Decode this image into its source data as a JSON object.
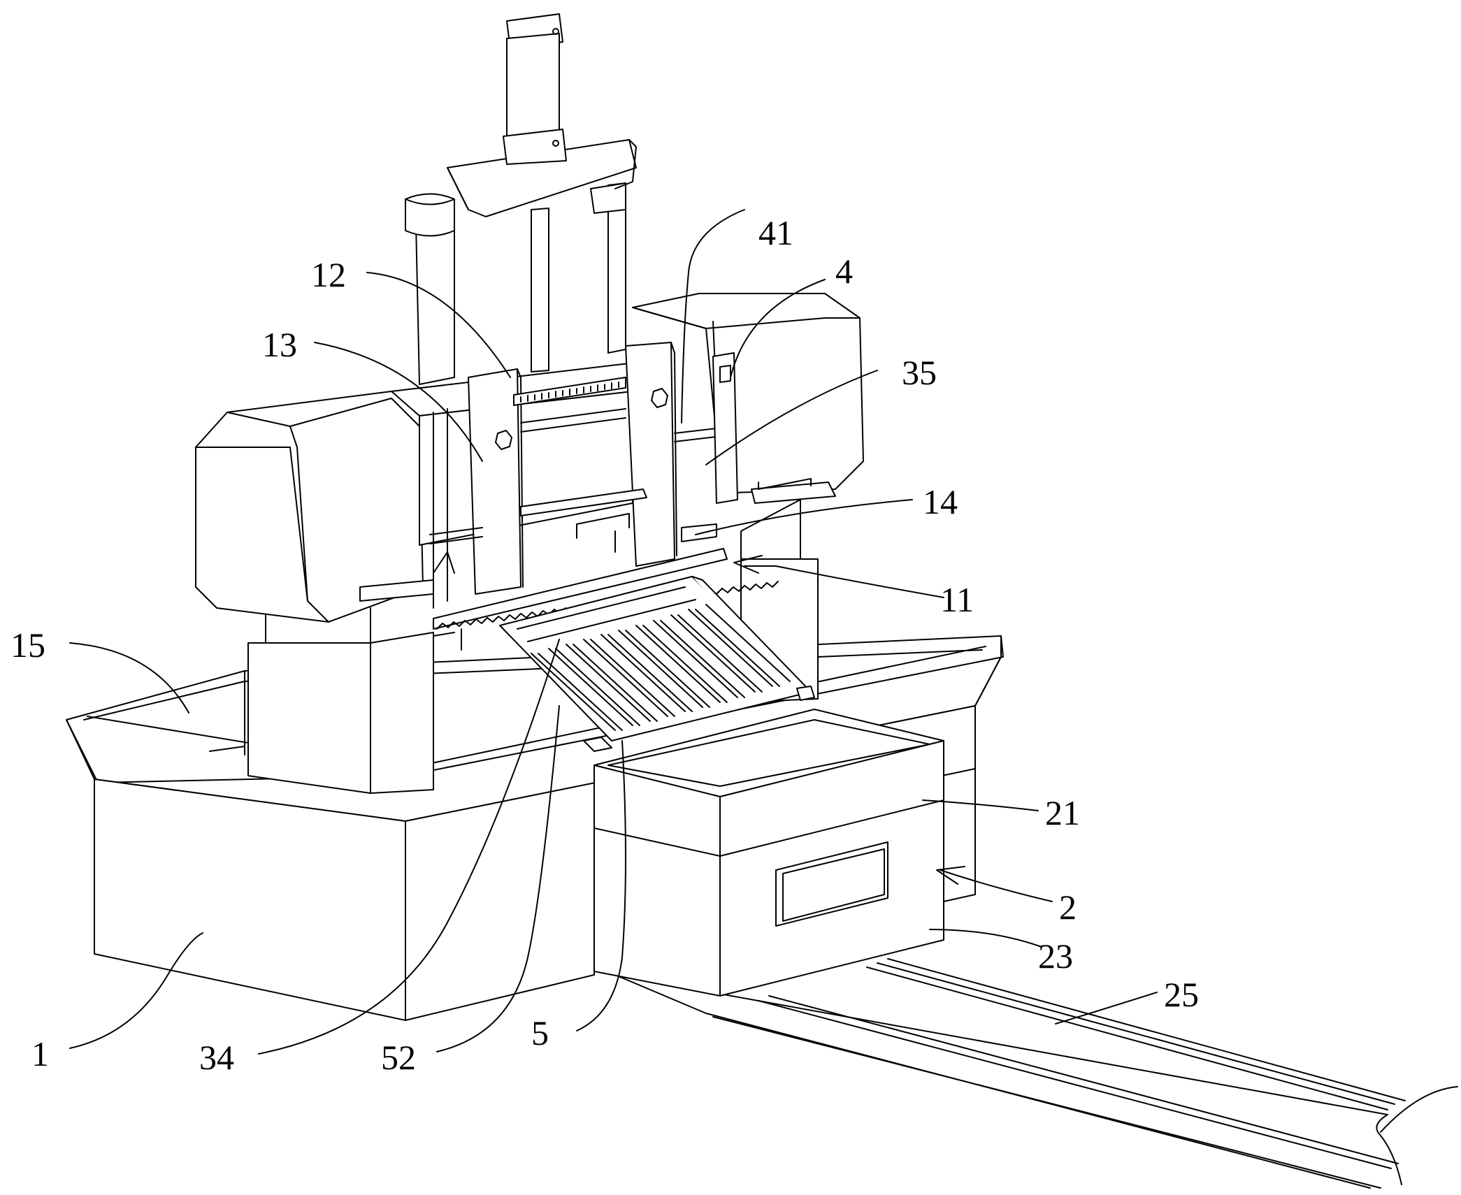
{
  "figure": {
    "labels": {
      "l41": "41",
      "l12": "12",
      "l4": "4",
      "l13": "13",
      "l35": "35",
      "l14": "14",
      "l11": "11",
      "l15": "15",
      "l21": "21",
      "l2": "2",
      "l23": "23",
      "l25": "25",
      "l1": "1",
      "l34": "34",
      "l52": "52",
      "l5": "5"
    }
  }
}
